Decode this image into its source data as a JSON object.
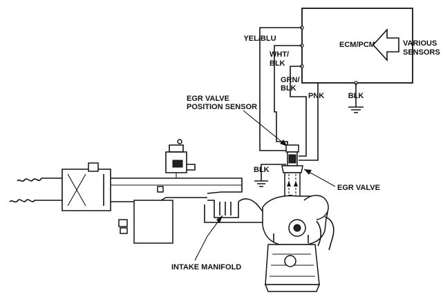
{
  "labels": {
    "ecm": "ECM/PCM",
    "various_sensors_line1": "VARIOUS",
    "various_sensors_line2": "SENSORS",
    "yel_blu": "YEL/BLU",
    "wht_blk_line1": "WHT/",
    "wht_blk_line2": "BLK",
    "grn_blk_line1": "GRN/",
    "grn_blk_line2": "BLK",
    "pnk": "PNK",
    "blk_ecm": "BLK",
    "egr_sensor_line1": "EGR VALVE",
    "egr_sensor_line2": "POSITION SENSOR",
    "blk_ground": "BLK",
    "egr_valve": "EGR VALVE",
    "intake_manifold": "INTAKE MANIFOLD"
  }
}
